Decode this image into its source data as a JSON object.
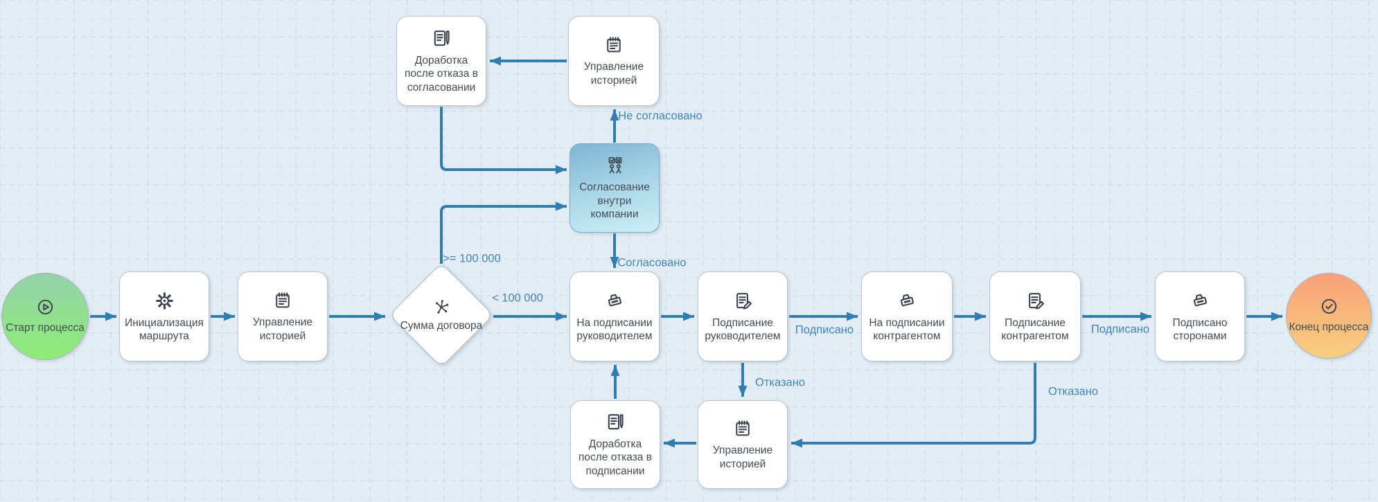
{
  "nodes": {
    "start": {
      "label": "Старт процесса",
      "icon": "play-icon"
    },
    "init": {
      "label": "Инициализация маршрута",
      "icon": "gear-icon"
    },
    "history_main": {
      "label": "Управление историей",
      "icon": "notepad-icon"
    },
    "gateway": {
      "label": "Сумма договора",
      "icon": "branch-icon"
    },
    "on_sign_manager": {
      "label": "На подписании руководителем",
      "icon": "stamp-icon"
    },
    "sign_manager": {
      "label": "Подписание руководителем",
      "icon": "clipboard-pen-icon"
    },
    "on_sign_counterparty": {
      "label": "На подписании контрагентом",
      "icon": "stamp-icon"
    },
    "sign_counterparty": {
      "label": "Подписание контрагентом",
      "icon": "clipboard-pen-icon"
    },
    "signed_parties": {
      "label": "Подписано сторонами",
      "icon": "stamp-icon"
    },
    "end": {
      "label": "Конец процесса",
      "icon": "check-circle-icon"
    },
    "rework_approval": {
      "label": "Доработка после отказа в согласовании",
      "icon": "doc-pen-icon"
    },
    "history_top": {
      "label": "Управление историей",
      "icon": "notepad-icon"
    },
    "approval_internal": {
      "label": "Согласование внутри компании",
      "icon": "approval-people-icon"
    },
    "rework_signing": {
      "label": "Доработка после отказа в подписании",
      "icon": "doc-pen-icon"
    },
    "history_bottom": {
      "label": "Управление историей",
      "icon": "notepad-icon"
    }
  },
  "edge_labels": {
    "gte_100000": ">= 100 000",
    "lt_100000": "< 100 000",
    "not_agreed": "Не согласовано",
    "agreed": "Согласовано",
    "signed_manager": "Подписано",
    "signed_counterparty": "Подписано",
    "rejected_manager": "Отказано",
    "rejected_counterparty": "Отказано"
  },
  "colors": {
    "canvas_bg": "#e4edf4",
    "grid_minor": "#d6e3ed",
    "grid_major": "#c7d9e6",
    "edge": "#2e7db3",
    "edge_label": "#3e86bb",
    "node_bg": "#ffffff",
    "node_border": "#b9c8d6",
    "node_text": "#454c56",
    "icon": "#39414d",
    "start_gradient_top": "#94d2ab",
    "start_gradient_bottom": "#8eed74",
    "end_gradient_top": "#f9a079",
    "end_gradient_bottom": "#f8cf7f",
    "approval_gradient_top": "#7fb4d3",
    "approval_gradient_bottom": "#ccf0f7"
  }
}
